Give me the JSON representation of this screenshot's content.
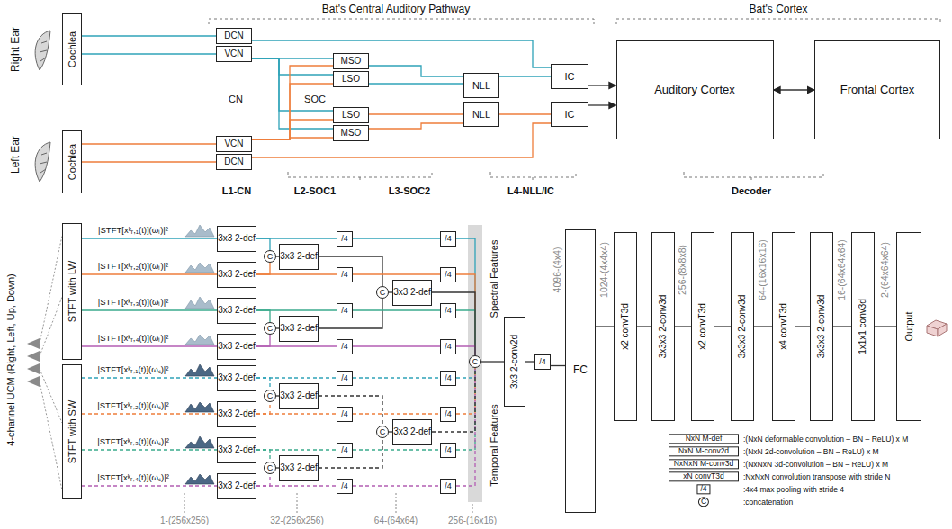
{
  "diagram": {
    "nodes": [
      {
        "text": [
          "Cochlea"
        ]
      },
      {
        "text": [
          "Cochlea"
        ]
      },
      {
        "text": [
          "DCN"
        ]
      },
      {
        "text": [
          "VCN"
        ]
      },
      {
        "text": [
          "VCN"
        ]
      },
      {
        "text": [
          "DCN"
        ]
      },
      {
        "text": [
          "MSO"
        ]
      },
      {
        "text": [
          "LSO"
        ]
      },
      {
        "text": [
          "LSO"
        ]
      },
      {
        "text": [
          "MSO"
        ]
      },
      {
        "text": [
          "NLL"
        ]
      },
      {
        "text": [
          "NLL"
        ]
      },
      {
        "text": [
          "IC"
        ]
      },
      {
        "text": [
          "IC"
        ]
      },
      {
        "text": [
          "Auditory Cortex"
        ]
      },
      {
        "text": [
          "Frontal Cortex"
        ]
      },
      {
        "text": [
          "STFT with LW"
        ]
      },
      {
        "text": [
          "STFT with SW"
        ]
      },
      {
        "text": [
          "3x3 2-def"
        ]
      },
      {
        "text": [
          "3x3 2-def"
        ]
      },
      {
        "text": [
          "3x3 2-def"
        ]
      },
      {
        "text": [
          "3x3 2-def"
        ]
      },
      {
        "text": [
          "3x3 2-def"
        ]
      },
      {
        "text": [
          "3x3 2-def"
        ]
      },
      {
        "text": [
          "3x3 2-def"
        ]
      },
      {
        "text": [
          "3x3 2-def"
        ]
      },
      {
        "text": [
          "C"
        ]
      },
      {
        "text": [
          "C"
        ]
      },
      {
        "text": [
          "C"
        ]
      },
      {
        "text": [
          "C"
        ]
      },
      {
        "text": [
          "3x3 2-def"
        ]
      },
      {
        "text": [
          "3x3 2-def"
        ]
      },
      {
        "text": [
          "3x3 2-def"
        ]
      },
      {
        "text": [
          "3x3 2-def"
        ]
      },
      {
        "text": [
          "/4"
        ]
      },
      {
        "text": [
          "/4"
        ]
      },
      {
        "text": [
          "/4"
        ]
      },
      {
        "text": [
          "/4"
        ]
      },
      {
        "text": [
          "/4"
        ]
      },
      {
        "text": [
          "/4"
        ]
      },
      {
        "text": [
          "/4"
        ]
      },
      {
        "text": [
          "/4"
        ]
      },
      {
        "text": [
          "C"
        ]
      },
      {
        "text": [
          "C"
        ]
      },
      {
        "text": [
          "3x3 2-def"
        ]
      },
      {
        "text": [
          "3x3 2-def"
        ]
      },
      {
        "text": [
          "/4"
        ]
      },
      {
        "text": [
          "/4"
        ]
      },
      {
        "text": [
          "/4"
        ]
      },
      {
        "text": [
          "/4"
        ]
      },
      {
        "text": [
          "/4"
        ]
      },
      {
        "text": [
          "/4"
        ]
      },
      {
        "text": [
          "/4"
        ]
      },
      {
        "text": [
          "/4"
        ]
      },
      {
        "text": [
          "C"
        ]
      },
      {
        "text": [
          "3x3 2-conv2d"
        ]
      },
      {
        "text": [
          "/4"
        ]
      },
      {
        "text": [
          "FC"
        ]
      },
      {
        "text": [
          "x2 convT3d"
        ]
      },
      {
        "text": [
          "3x3x3 2-conv3d"
        ]
      },
      {
        "text": [
          "x2 convT3d"
        ]
      },
      {
        "text": [
          "3x3x3 2-conv3d"
        ]
      },
      {
        "text": [
          "x4 convT3d"
        ]
      },
      {
        "text": [
          "3x3x3 2-conv3d"
        ]
      },
      {
        "text": [
          "1x1x1 conv3d"
        ]
      },
      {
        "text": [
          "Output"
        ]
      }
    ],
    "edges": [
      {
        "from": 0,
        "to": 2,
        "arrow": "none"
      },
      {
        "from": 0,
        "to": 3,
        "arrow": "none"
      },
      {
        "from": 1,
        "to": 4,
        "arrow": "none"
      },
      {
        "from": 1,
        "to": 5,
        "arrow": "none"
      },
      {
        "from": 3,
        "to": 6,
        "arrow": "none"
      },
      {
        "from": 3,
        "to": 7,
        "arrow": "none"
      },
      {
        "from": 3,
        "to": 8,
        "arrow": "none"
      },
      {
        "from": 3,
        "to": 9,
        "arrow": "none"
      },
      {
        "from": 4,
        "to": 6,
        "arrow": "none"
      },
      {
        "from": 4,
        "to": 7,
        "arrow": "none"
      },
      {
        "from": 4,
        "to": 8,
        "arrow": "none"
      },
      {
        "from": 4,
        "to": 9,
        "arrow": "none"
      },
      {
        "from": 6,
        "to": 10,
        "arrow": "none"
      },
      {
        "from": 7,
        "to": 10,
        "arrow": "none"
      },
      {
        "from": 8,
        "to": 11,
        "arrow": "none"
      },
      {
        "from": 9,
        "to": 11,
        "arrow": "none"
      },
      {
        "from": 2,
        "to": 12,
        "arrow": "none"
      },
      {
        "from": 5,
        "to": 13,
        "arrow": "none"
      },
      {
        "from": 10,
        "to": 12,
        "arrow": "none"
      },
      {
        "from": 11,
        "to": 13,
        "arrow": "none"
      },
      {
        "from": 12,
        "to": 14,
        "arrow": "to"
      },
      {
        "from": 13,
        "to": 14,
        "arrow": "to"
      },
      {
        "from": 14,
        "to": 15,
        "arrow": "both"
      },
      {
        "from": 16,
        "to": 18,
        "arrow": "none"
      },
      {
        "from": 16,
        "to": 19,
        "arrow": "none"
      },
      {
        "from": 16,
        "to": 20,
        "arrow": "none"
      },
      {
        "from": 16,
        "to": 21,
        "arrow": "none"
      },
      {
        "from": 17,
        "to": 22,
        "arrow": "none"
      },
      {
        "from": 17,
        "to": 23,
        "arrow": "none"
      },
      {
        "from": 17,
        "to": 24,
        "arrow": "none"
      },
      {
        "from": 17,
        "to": 25,
        "arrow": "none"
      },
      {
        "from": 18,
        "to": 34,
        "arrow": "none"
      },
      {
        "from": 19,
        "to": 35,
        "arrow": "none"
      },
      {
        "from": 20,
        "to": 36,
        "arrow": "none"
      },
      {
        "from": 21,
        "to": 37,
        "arrow": "none"
      },
      {
        "from": 22,
        "to": 38,
        "arrow": "none"
      },
      {
        "from": 23,
        "to": 39,
        "arrow": "none"
      },
      {
        "from": 24,
        "to": 40,
        "arrow": "none"
      },
      {
        "from": 25,
        "to": 41,
        "arrow": "none"
      },
      {
        "from": 18,
        "to": 26,
        "arrow": "none"
      },
      {
        "from": 19,
        "to": 26,
        "arrow": "none"
      },
      {
        "from": 20,
        "to": 27,
        "arrow": "none"
      },
      {
        "from": 21,
        "to": 27,
        "arrow": "none"
      },
      {
        "from": 22,
        "to": 28,
        "arrow": "none"
      },
      {
        "from": 23,
        "to": 28,
        "arrow": "none"
      },
      {
        "from": 24,
        "to": 29,
        "arrow": "none"
      },
      {
        "from": 25,
        "to": 29,
        "arrow": "none"
      },
      {
        "from": 26,
        "to": 30,
        "arrow": "none"
      },
      {
        "from": 27,
        "to": 31,
        "arrow": "none"
      },
      {
        "from": 28,
        "to": 32,
        "arrow": "none"
      },
      {
        "from": 29,
        "to": 33,
        "arrow": "none"
      },
      {
        "from": 30,
        "to": 42,
        "arrow": "none"
      },
      {
        "from": 31,
        "to": 42,
        "arrow": "none"
      },
      {
        "from": 32,
        "to": 43,
        "arrow": "none"
      },
      {
        "from": 33,
        "to": 43,
        "arrow": "none"
      },
      {
        "from": 42,
        "to": 44,
        "arrow": "none"
      },
      {
        "from": 43,
        "to": 45,
        "arrow": "none"
      },
      {
        "from": 34,
        "to": 46,
        "arrow": "none"
      },
      {
        "from": 35,
        "to": 47,
        "arrow": "none"
      },
      {
        "from": 36,
        "to": 48,
        "arrow": "none"
      },
      {
        "from": 37,
        "to": 49,
        "arrow": "none"
      },
      {
        "from": 38,
        "to": 50,
        "arrow": "none"
      },
      {
        "from": 39,
        "to": 51,
        "arrow": "none"
      },
      {
        "from": 40,
        "to": 52,
        "arrow": "none"
      },
      {
        "from": 41,
        "to": 53,
        "arrow": "none"
      },
      {
        "from": 46,
        "to": 54,
        "arrow": "none"
      },
      {
        "from": 47,
        "to": 54,
        "arrow": "none"
      },
      {
        "from": 48,
        "to": 54,
        "arrow": "none"
      },
      {
        "from": 49,
        "to": 54,
        "arrow": "none"
      },
      {
        "from": 50,
        "to": 54,
        "arrow": "none"
      },
      {
        "from": 51,
        "to": 54,
        "arrow": "none"
      },
      {
        "from": 52,
        "to": 54,
        "arrow": "none"
      },
      {
        "from": 53,
        "to": 54,
        "arrow": "none"
      },
      {
        "from": 44,
        "to": 54,
        "arrow": "none"
      },
      {
        "from": 45,
        "to": 54,
        "arrow": "none"
      },
      {
        "from": 54,
        "to": 55,
        "arrow": "none"
      },
      {
        "from": 55,
        "to": 56,
        "arrow": "none"
      },
      {
        "from": 56,
        "to": 57,
        "arrow": "none"
      },
      {
        "from": 57,
        "to": 58,
        "arrow": "none"
      },
      {
        "from": 58,
        "to": 59,
        "arrow": "none"
      },
      {
        "from": 59,
        "to": 60,
        "arrow": "none"
      },
      {
        "from": 60,
        "to": 61,
        "arrow": "none"
      },
      {
        "from": 61,
        "to": 62,
        "arrow": "none"
      },
      {
        "from": 62,
        "to": 63,
        "arrow": "none"
      },
      {
        "from": 63,
        "to": 64,
        "arrow": "none"
      },
      {
        "from": 64,
        "to": 65,
        "arrow": "none"
      }
    ],
    "labels": [
      "Bat's Central Auditory Pathway",
      "Bat's Cortex",
      "Right Ear",
      "Left Ear",
      "CN",
      "SOC",
      "L1-CN",
      "L2-SOC1",
      "L3-SOC2",
      "L4-NLL/IC",
      "Decoder",
      "4-channel UCM (Right, Left, Up, Down)",
      "|STFT[xᵏᵣ,₁(t)](ωₗ)|²",
      "|STFT[xᵏᵣ,₂(t)](ωₗ)|²",
      "|STFT[xᵏᵣ,₃(t)](ωₗ)|²",
      "|STFT[xᵏᵣ,₄(t)](ωₗ)|²",
      "|STFT[xᵏᵣ,₁(t)](ωₛ)|²",
      "|STFT[xᵏᵣ,₂(t)](ωₛ)|²",
      "|STFT[xᵏᵣ,₃(t)](ωₛ)|²",
      "|STFT[xᵏᵣ,₄(t)](ωₛ)|²",
      "Spectral Features",
      "Temporal Features",
      "4096-(4x4)",
      "1024-(4x4x4)",
      "256-(8x8x8)",
      "64-(16x16x16)",
      "16-(64x64x64)",
      "2-(64x64x64)",
      "1-(256x256)",
      "32-(256x256)",
      "64-(64x64)",
      "256-(16x16)",
      "NxN M-def",
      "NxN M-conv2d",
      "NxNxN M-conv3d",
      "xN convT3d",
      "/4",
      "C"
    ],
    "legend": [
      {
        "text": ":(NxN deformable convolution – BN – ReLU) x M"
      },
      {
        "text": ":(NxN 2d-convolution – BN – ReLU) x M"
      },
      {
        "text": ":(NxNxN 3d-convolution – BN – ReLU) x M"
      },
      {
        "text": ":NxNxN convolution transpose with stride N"
      },
      {
        "text": ":4x4 max pooling with stride 4"
      },
      {
        "text": ":concatenation"
      }
    ]
  }
}
